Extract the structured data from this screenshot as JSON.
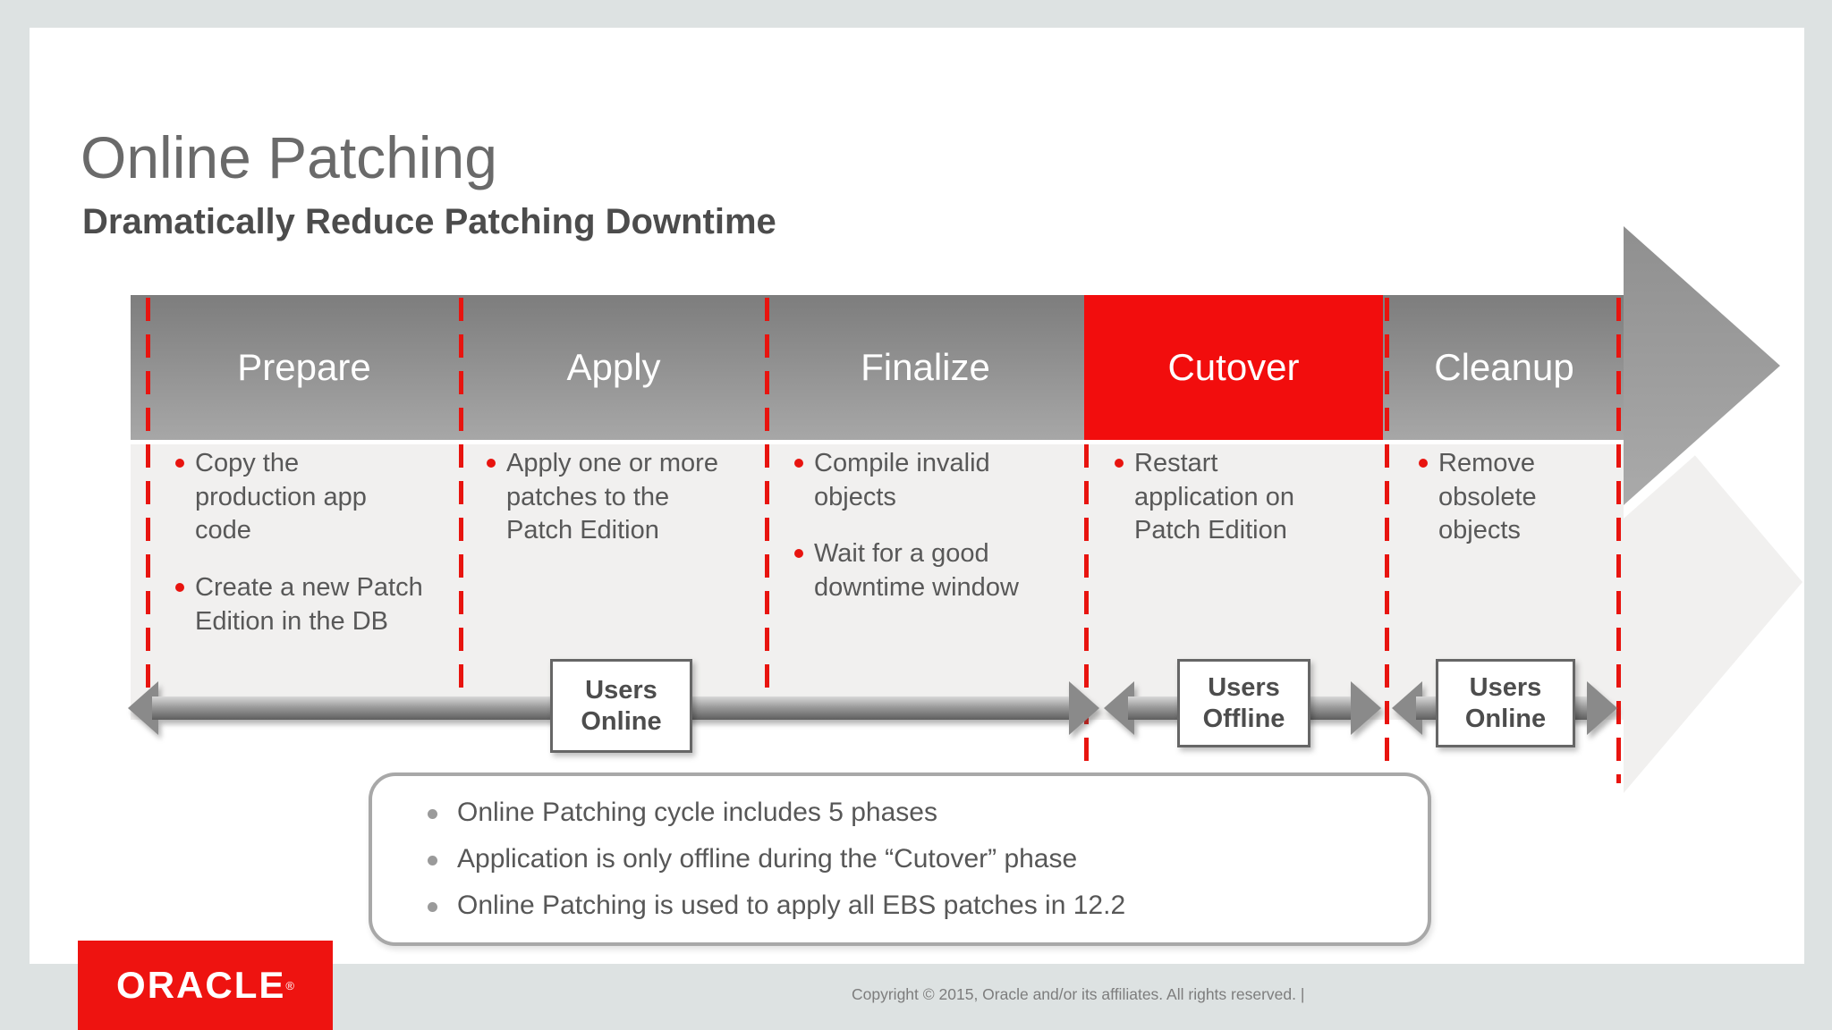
{
  "slide": {
    "title": "Online Patching",
    "subtitle": "Dramatically Reduce Patching Downtime"
  },
  "phases": [
    {
      "name": "Prepare",
      "highlight": false,
      "bullets": [
        "Copy the\nproduction app\ncode",
        "Create a new Patch\nEdition in the DB"
      ]
    },
    {
      "name": "Apply",
      "highlight": false,
      "bullets": [
        "Apply one or more\npatches to the\nPatch Edition"
      ]
    },
    {
      "name": "Finalize",
      "highlight": false,
      "bullets": [
        "Compile invalid\nobjects",
        "Wait for a good\ndowntime window"
      ]
    },
    {
      "name": "Cutover",
      "highlight": true,
      "bullets": [
        "Restart\napplication on\nPatch Edition"
      ]
    },
    {
      "name": "Cleanup",
      "highlight": false,
      "bullets": [
        "Remove\nobsolete\nobjects"
      ]
    }
  ],
  "timeline": [
    {
      "label": "Users\nOnline"
    },
    {
      "label": "Users\nOffline"
    },
    {
      "label": "Users\nOnline"
    }
  ],
  "summary": [
    "Online Patching cycle includes 5 phases",
    "Application is only offline during the “Cutover” phase",
    "Online Patching is used to apply all EBS patches in 12.2"
  ],
  "footer": {
    "logo": "ORACLE",
    "logo_reg": "®",
    "copyright": "Copyright © 2015, Oracle and/or its affiliates. All rights reserved.  |"
  },
  "colors": {
    "accent_red": "#f20d0d",
    "dash_red": "#e8140f",
    "band_gray_top": "#7d7d7d",
    "band_gray_bottom": "#a7a7a7",
    "panel_gray": "#f1f0ef",
    "text_gray": "#585858",
    "outer_background": "#dde2e2"
  }
}
